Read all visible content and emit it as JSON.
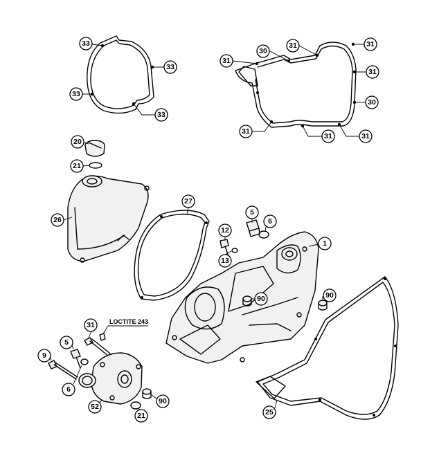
{
  "diagram": {
    "note": "LOCTITE 243",
    "callouts": [
      {
        "id": "c01",
        "label": "33"
      },
      {
        "id": "c02",
        "label": "33"
      },
      {
        "id": "c03",
        "label": "33"
      },
      {
        "id": "c04",
        "label": "33"
      },
      {
        "id": "c05",
        "label": "31"
      },
      {
        "id": "c06",
        "label": "30"
      },
      {
        "id": "c07",
        "label": "31"
      },
      {
        "id": "c08",
        "label": "31"
      },
      {
        "id": "c09",
        "label": "31"
      },
      {
        "id": "c10",
        "label": "30"
      },
      {
        "id": "c11",
        "label": "31"
      },
      {
        "id": "c12",
        "label": "31"
      },
      {
        "id": "c13",
        "label": "31"
      },
      {
        "id": "c14",
        "label": "20"
      },
      {
        "id": "c15",
        "label": "21"
      },
      {
        "id": "c16",
        "label": "26"
      },
      {
        "id": "c17",
        "label": "27"
      },
      {
        "id": "c18",
        "label": "5"
      },
      {
        "id": "c19",
        "label": "6"
      },
      {
        "id": "c20",
        "label": "12"
      },
      {
        "id": "c21",
        "label": "13"
      },
      {
        "id": "c22",
        "label": "1"
      },
      {
        "id": "c23",
        "label": "90"
      },
      {
        "id": "c24",
        "label": "90"
      },
      {
        "id": "c25",
        "label": "31"
      },
      {
        "id": "c26",
        "label": "5"
      },
      {
        "id": "c27",
        "label": "9"
      },
      {
        "id": "c28",
        "label": "6"
      },
      {
        "id": "c29",
        "label": "52"
      },
      {
        "id": "c30",
        "label": "21"
      },
      {
        "id": "c31",
        "label": "90"
      },
      {
        "id": "c32",
        "label": "25"
      }
    ]
  }
}
